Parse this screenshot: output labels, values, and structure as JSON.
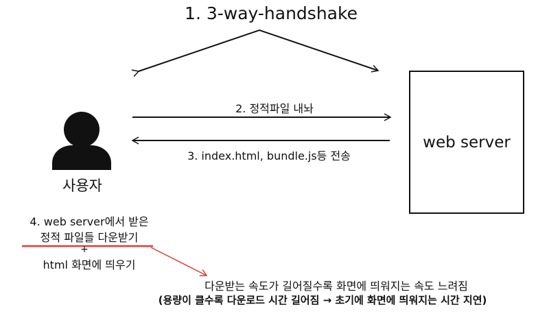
{
  "title": "1. 3-way-handshake",
  "server": {
    "label": "web server"
  },
  "user": {
    "label": "사용자"
  },
  "arrows": {
    "request": "2. 정적파일 내놔",
    "response": "3. index.html, bundle.js등 전송"
  },
  "step4": {
    "line1": "4. web server에서 받은",
    "line2": "정적 파일들 다운받기",
    "plus": "+",
    "line3": "html 화면에 띄우기"
  },
  "note": {
    "line1": "다운받는 속도가 길어질수록 화면에 띄워지는 속도 느려짐",
    "line2": "(용량이 클수록 다운로드 시간 길어짐 → 초기에 화면에 띄워지는 시간 지연)"
  },
  "colors": {
    "ink": "#111111",
    "highlight": "#e53935"
  }
}
